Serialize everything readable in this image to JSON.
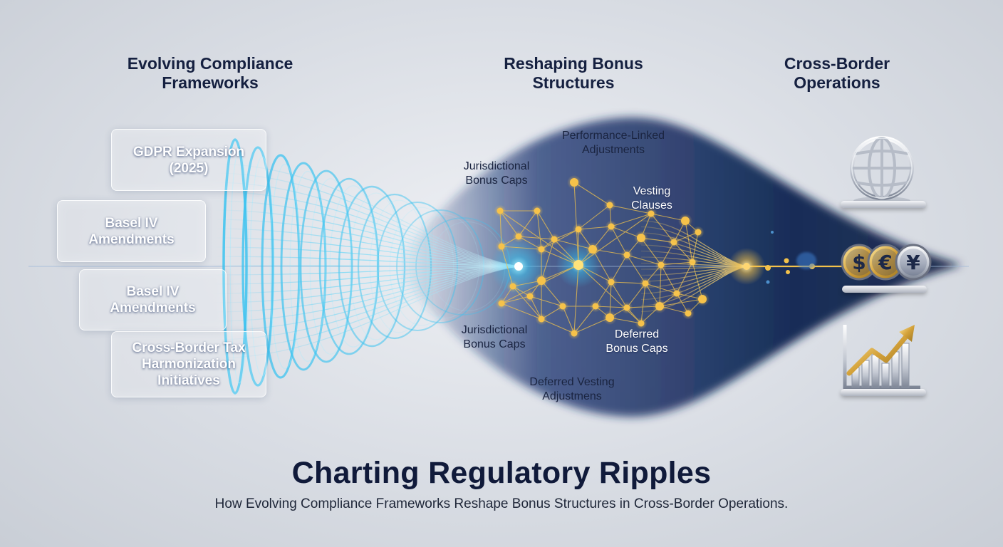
{
  "columns": {
    "left": "Evolving Compliance\nFrameworks",
    "center": "Reshaping Bonus\nStructures",
    "right": "Cross-Border\nOperations"
  },
  "frameworks": [
    "GDPR Expansion\n(2025)",
    "Basel IV\nAmendments",
    "Basel IV\nAmendments",
    "Cross-Border Tax\nHarmonization\nInitiatives"
  ],
  "network_labels": {
    "top": "Performance-Linked\nAdjustments",
    "upper_left": "Jurisdictional\nBonus Caps",
    "upper_right": "Vesting\nClauses",
    "lower_left": "Jurisdictional\nBonus Caps",
    "lower_right": "Deferred\nBonus Caps",
    "bottom": "Deferred Vesting\nAdjustmens"
  },
  "icons": [
    "globe-icon",
    "currency-coins-icon",
    "growth-chart-icon"
  ],
  "currency_symbols": [
    "$",
    "€",
    "¥"
  ],
  "title": "Charting Regulatory Ripples",
  "subtitle": "How Evolving Compliance Frameworks Reshape Bonus Structures in Cross-Border Operations.",
  "colors": {
    "title": "#101a3a",
    "ripple": "#36c4f2",
    "network": "#f2c14a",
    "navy": "#0f2450"
  }
}
